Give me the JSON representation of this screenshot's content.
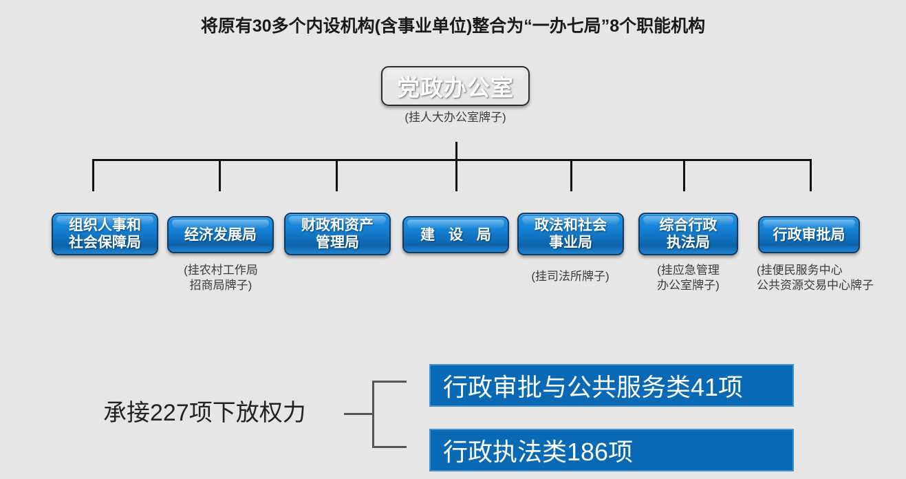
{
  "title": "将原有30多个内设机构(含事业单位)整合为“一办七局”8个职能机构",
  "colors": {
    "background": "#e6e6e6",
    "root_red": "#c00d0d",
    "node_blue": "#1175c4",
    "bar_blue": "#0a69b5",
    "bar_border": "#3f93d4",
    "line_black": "#111111",
    "bracket_gray": "#555555",
    "text_dark": "#222222",
    "caption_gray": "#3b3b3b"
  },
  "root": {
    "label": "党政办公室",
    "caption": "(挂人大办公室牌子)"
  },
  "departments": [
    {
      "label": "组织人事和\n社会保障局",
      "caption": ""
    },
    {
      "label": "经济发展局",
      "caption": "(挂农村工作局\n招商局牌子)"
    },
    {
      "label": "财政和资产\n管理局",
      "caption": ""
    },
    {
      "label": "建 设 局",
      "caption": ""
    },
    {
      "label": "政法和社会\n事业局",
      "caption": "(挂司法所牌子)"
    },
    {
      "label": "综合行政\n执法局",
      "caption": "(挂应急管理\n办公室牌子)"
    },
    {
      "label": "行政审批局",
      "caption": "(挂便民服务中心\n公共资源交易中心牌子"
    }
  ],
  "delegation": {
    "heading": "承接227项下放权力",
    "items": [
      {
        "label": "行政审批与公共服务类41项"
      },
      {
        "label": "行政执法类186项"
      }
    ]
  }
}
